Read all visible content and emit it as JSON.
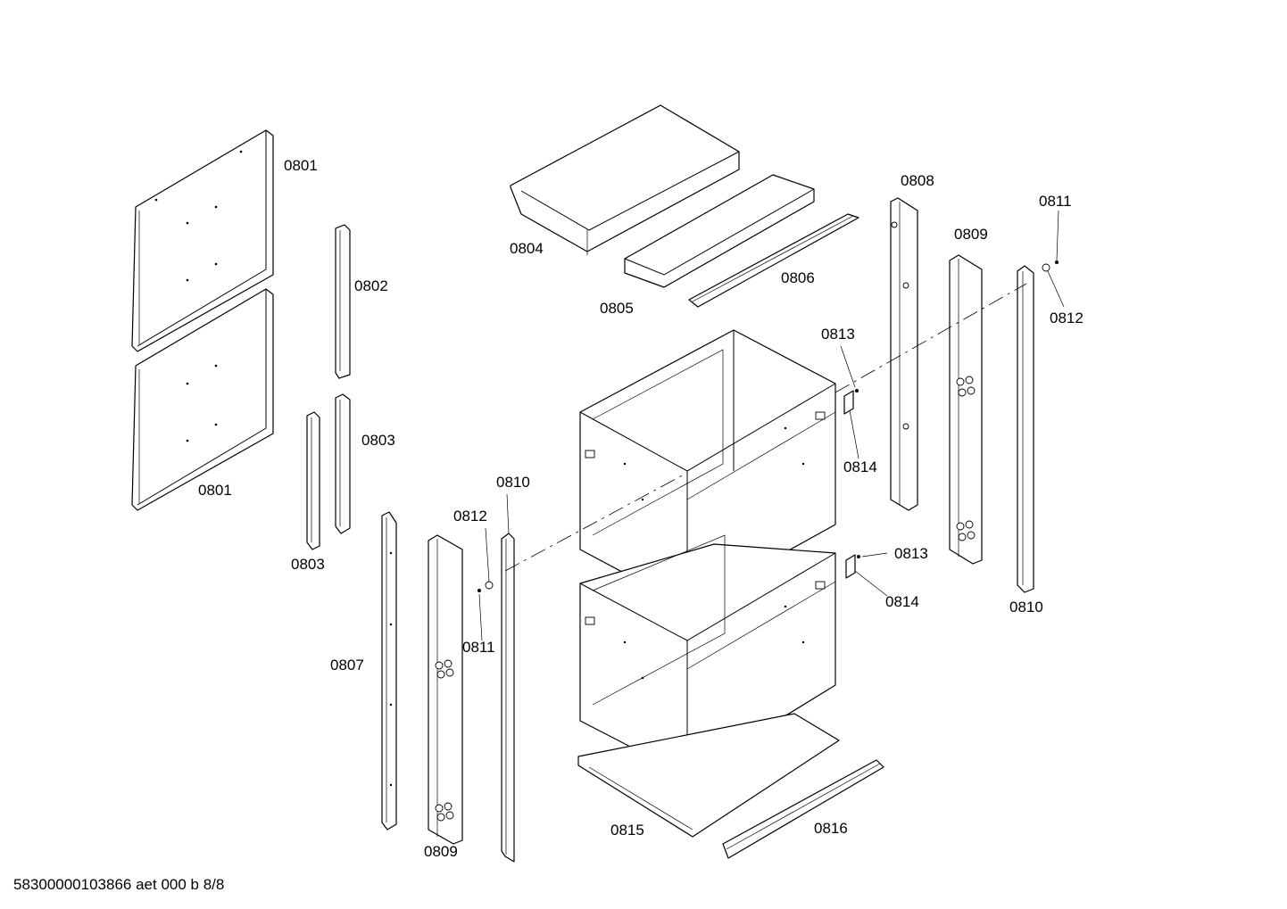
{
  "document_code": "58300000103866 aet 000 b 8/8",
  "labels": {
    "l0801a": "0801",
    "l0801b": "0801",
    "l0802": "0802",
    "l0803a": "0803",
    "l0803b": "0803",
    "l0804": "0804",
    "l0805": "0805",
    "l0806": "0806",
    "l0807": "0807",
    "l0808": "0808",
    "l0809a": "0809",
    "l0809b": "0809",
    "l0810a": "0810",
    "l0810b": "0810",
    "l0811a": "0811",
    "l0811b": "0811",
    "l0812a": "0812",
    "l0812b": "0812",
    "l0813a": "0813",
    "l0813b": "0813",
    "l0814a": "0814",
    "l0814b": "0814",
    "l0815": "0815",
    "l0816": "0816"
  }
}
